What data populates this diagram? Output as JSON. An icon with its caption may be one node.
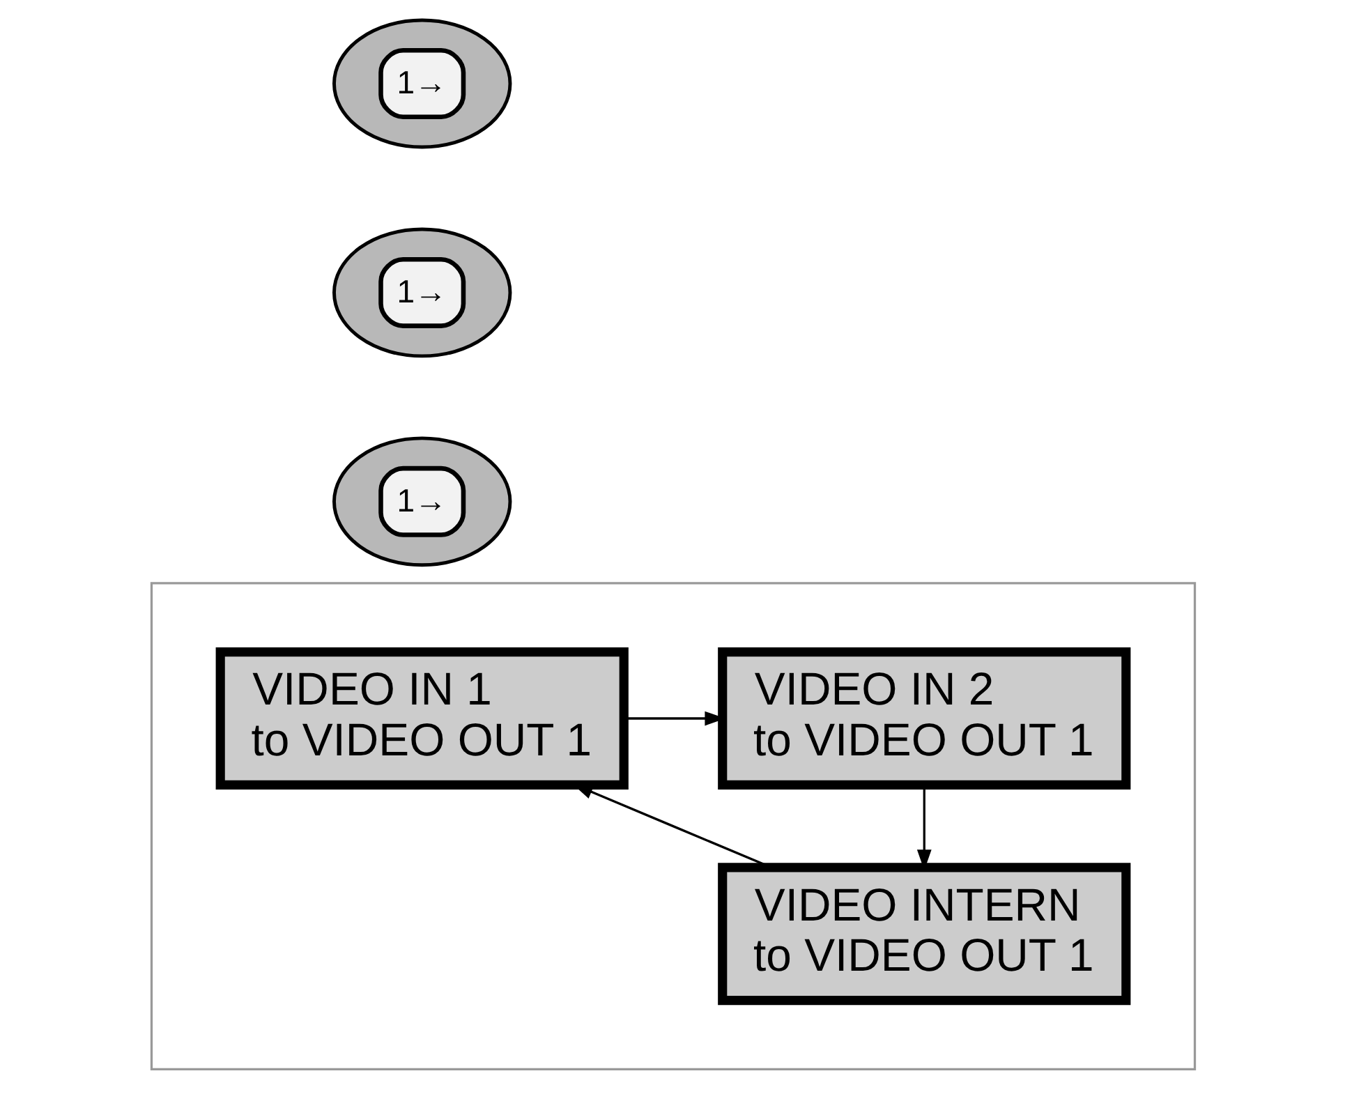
{
  "diagram": {
    "nodes": [
      {
        "text": [
          "1→"
        ]
      },
      {
        "text": [
          "1→"
        ]
      },
      {
        "text": [
          "1→"
        ]
      },
      {
        "text": [],
        "shape": "box"
      },
      {
        "text": [
          "VIDEO IN 1",
          "to VIDEO OUT 1"
        ],
        "in": 3
      },
      {
        "text": [
          "VIDEO IN 2",
          "to VIDEO OUT 1"
        ],
        "in": 3
      },
      {
        "text": [
          "VIDEO INTERN",
          "to VIDEO OUT 1"
        ],
        "in": 3
      }
    ],
    "edges": [
      {
        "from": 4,
        "to": 5,
        "arrow": "to"
      },
      {
        "from": 5,
        "to": 6,
        "arrow": "to"
      },
      {
        "from": 6,
        "to": 4,
        "arrow": "to"
      }
    ]
  }
}
